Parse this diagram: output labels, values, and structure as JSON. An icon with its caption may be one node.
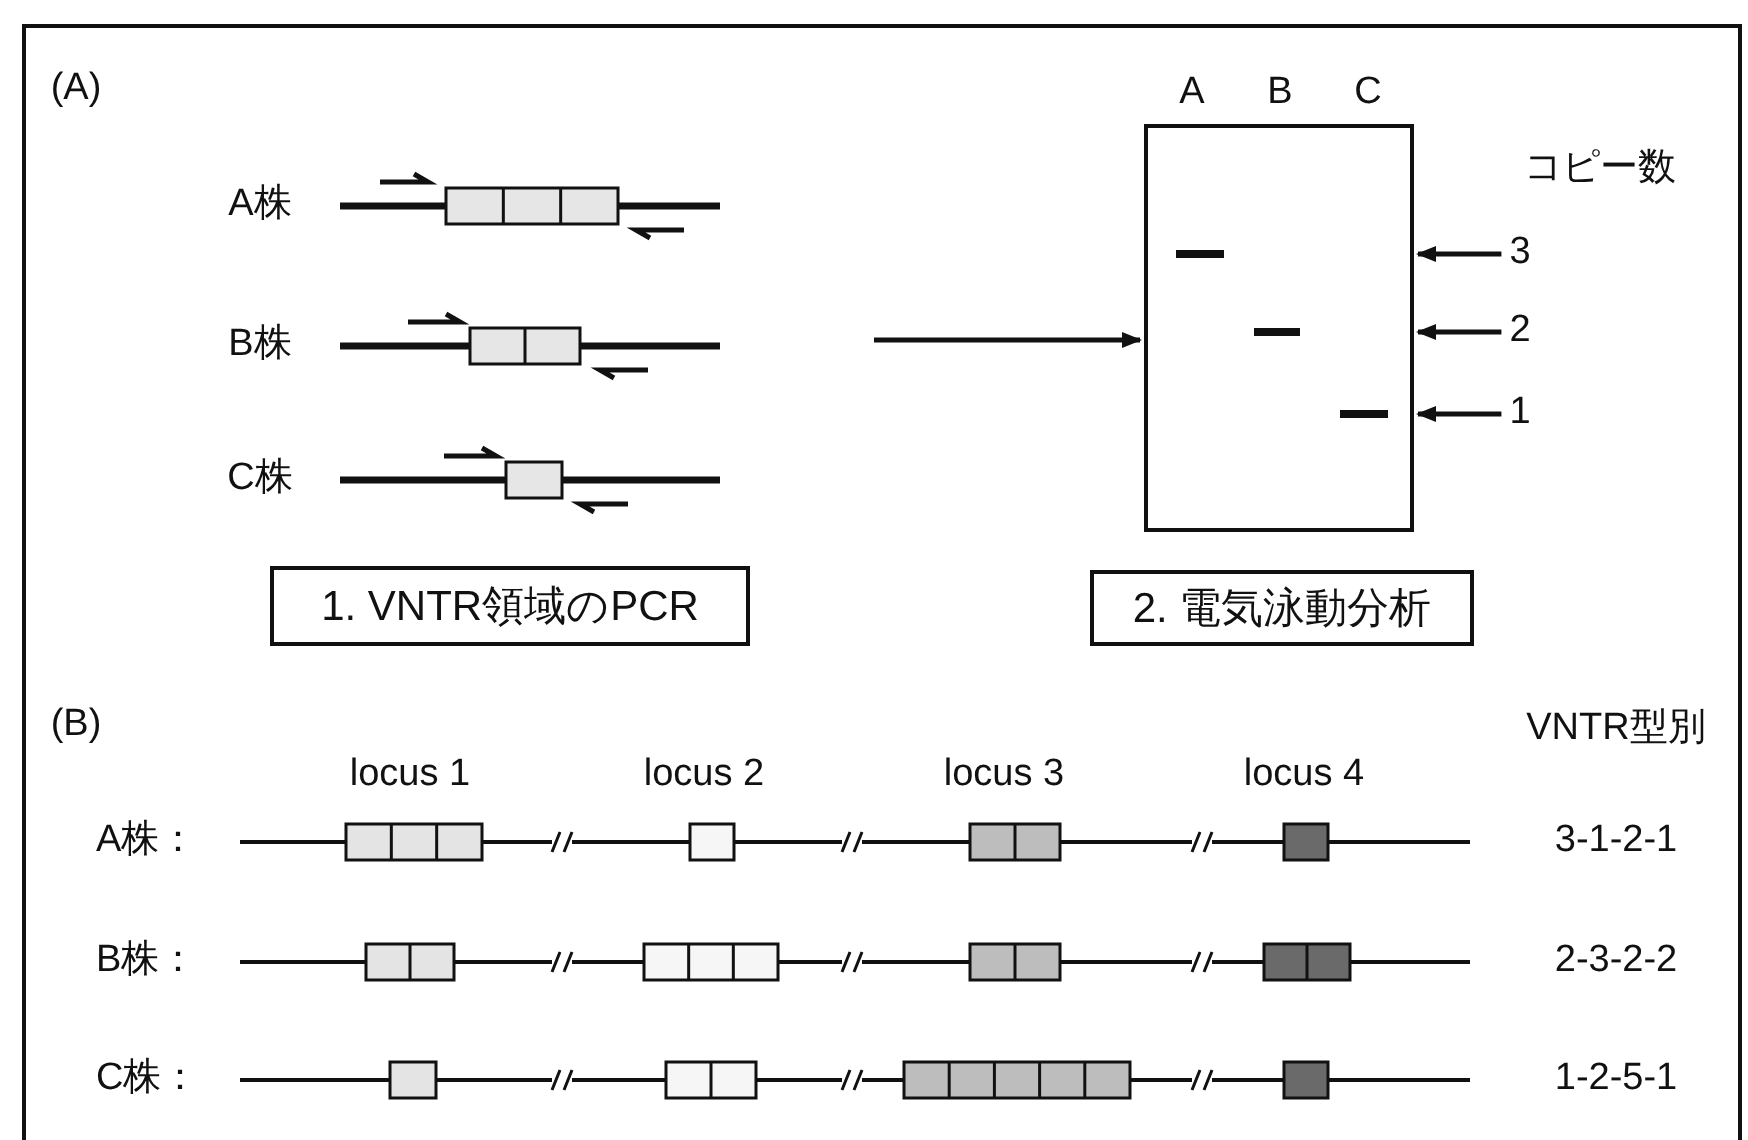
{
  "diagram": {
    "nodes": [
      {
        "text": [],
        "shape": "box"
      },
      {
        "text": [
          "3"
        ]
      },
      {
        "text": [
          "2"
        ]
      },
      {
        "text": [
          "1"
        ]
      },
      {
        "text": [
          "1. VNTR領域のPCR"
        ]
      },
      {
        "text": [
          "2. 電気泳動分析"
        ]
      }
    ],
    "edges": [
      {
        "from": null,
        "to": 0,
        "arrow": "to"
      },
      {
        "from": 1,
        "to": 0,
        "arrow": "to"
      },
      {
        "from": 2,
        "to": 0,
        "arrow": "to"
      },
      {
        "from": 3,
        "to": 0,
        "arrow": "to"
      }
    ],
    "labels": [
      "(A)",
      "A",
      "B",
      "C",
      "コピー数",
      "A株",
      "B株",
      "C株",
      "(B)",
      "VNTR型別",
      "locus 1",
      "locus 2",
      "locus 3",
      "locus 4",
      "A株：",
      "3-1-2-1",
      "B株：",
      "2-3-2-2",
      "C株：",
      "1-2-5-1"
    ]
  }
}
